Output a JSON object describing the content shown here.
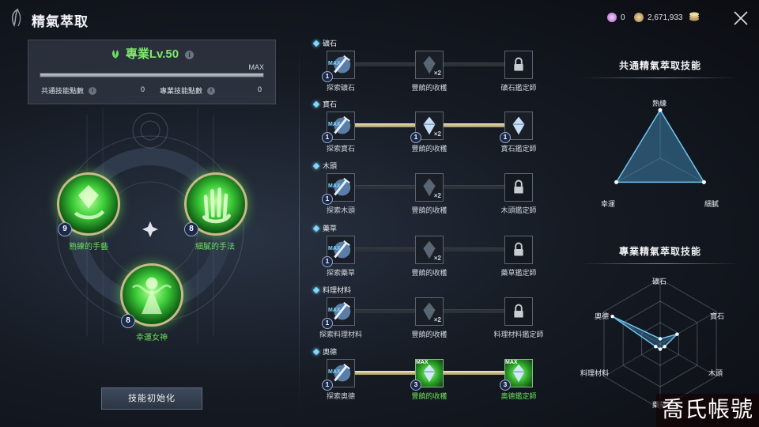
{
  "header": {
    "title": "精氣萃取",
    "currency": [
      {
        "icon": "crystal-icon",
        "value": "0",
        "color": "#d78ee6"
      },
      {
        "icon": "silver-coin-icon",
        "value": "2,671,933",
        "color": "#c9a46a"
      }
    ]
  },
  "profession": {
    "level_label": "專業Lv.50",
    "max_label": "MAX",
    "progress": 1.0,
    "common_points_label": "共通技能點數",
    "common_points_value": "0",
    "pro_points_label": "專業技能點數",
    "pro_points_value": "0"
  },
  "wheel": {
    "skills": [
      {
        "name": "熟練的手藝",
        "level": "9"
      },
      {
        "name": "細膩的手法",
        "level": "8"
      },
      {
        "name": "幸運女神",
        "level": "8"
      }
    ],
    "reset_label": "技能初始化"
  },
  "trees": [
    {
      "name": "礦石",
      "nodes": [
        {
          "name": "探索礦石",
          "level": "1",
          "max": true,
          "state": "normal"
        },
        {
          "name": "豐饒的收穫",
          "level": "",
          "x2": true,
          "state": "dim"
        },
        {
          "name": "礦石鑑定師",
          "level": "",
          "state": "locked"
        }
      ],
      "links_active": [
        false,
        false
      ]
    },
    {
      "name": "寶石",
      "nodes": [
        {
          "name": "探索寶石",
          "level": "1",
          "max": true,
          "state": "normal"
        },
        {
          "name": "豐饒的收穫",
          "level": "1",
          "x2": true,
          "state": "normal"
        },
        {
          "name": "寶石鑑定師",
          "level": "1",
          "state": "normal"
        }
      ],
      "links_active": [
        true,
        true
      ]
    },
    {
      "name": "木頭",
      "nodes": [
        {
          "name": "探索木頭",
          "level": "1",
          "max": true,
          "state": "normal"
        },
        {
          "name": "豐饒的收穫",
          "level": "",
          "x2": true,
          "state": "dim"
        },
        {
          "name": "木頭鑑定師",
          "level": "",
          "state": "locked"
        }
      ],
      "links_active": [
        false,
        false
      ]
    },
    {
      "name": "藥草",
      "nodes": [
        {
          "name": "探索藥草",
          "level": "1",
          "max": true,
          "state": "normal"
        },
        {
          "name": "豐饒的收穫",
          "level": "",
          "x2": true,
          "state": "dim"
        },
        {
          "name": "藥草鑑定師",
          "level": "",
          "state": "locked"
        }
      ],
      "links_active": [
        false,
        false
      ]
    },
    {
      "name": "料理材料",
      "nodes": [
        {
          "name": "探索料理材料",
          "level": "1",
          "max": true,
          "state": "normal"
        },
        {
          "name": "豐饒的收穫",
          "level": "",
          "x2": true,
          "state": "dim"
        },
        {
          "name": "料理材料鑑定師",
          "level": "",
          "state": "locked"
        }
      ],
      "links_active": [
        false,
        false
      ]
    },
    {
      "name": "奧德",
      "nodes": [
        {
          "name": "探索奧德",
          "level": "1",
          "max": true,
          "state": "normal"
        },
        {
          "name": "豐饒的收穫",
          "level": "3",
          "max": true,
          "state": "green"
        },
        {
          "name": "奧德鑑定師",
          "level": "3",
          "max": true,
          "state": "green"
        }
      ],
      "links_active": [
        true,
        true
      ]
    }
  ],
  "radar_common": {
    "title": "共通精氣萃取技能",
    "labels": [
      "熟練",
      "細膩",
      "幸運"
    ],
    "values": [
      1.0,
      1.0,
      1.0
    ]
  },
  "radar_pro": {
    "title": "專業精氣萃取技能",
    "labels": [
      "礦石",
      "寶石",
      "木頭",
      "藥草",
      "料理材料",
      "奧德"
    ],
    "values": [
      0.08,
      0.3,
      0.08,
      0.08,
      0.08,
      0.85
    ]
  },
  "watermark": "喬氏帳號",
  "colors": {
    "accent_green": "#6be05a",
    "accent_blue": "#7fd8ff",
    "gold": "#c9b98a"
  }
}
